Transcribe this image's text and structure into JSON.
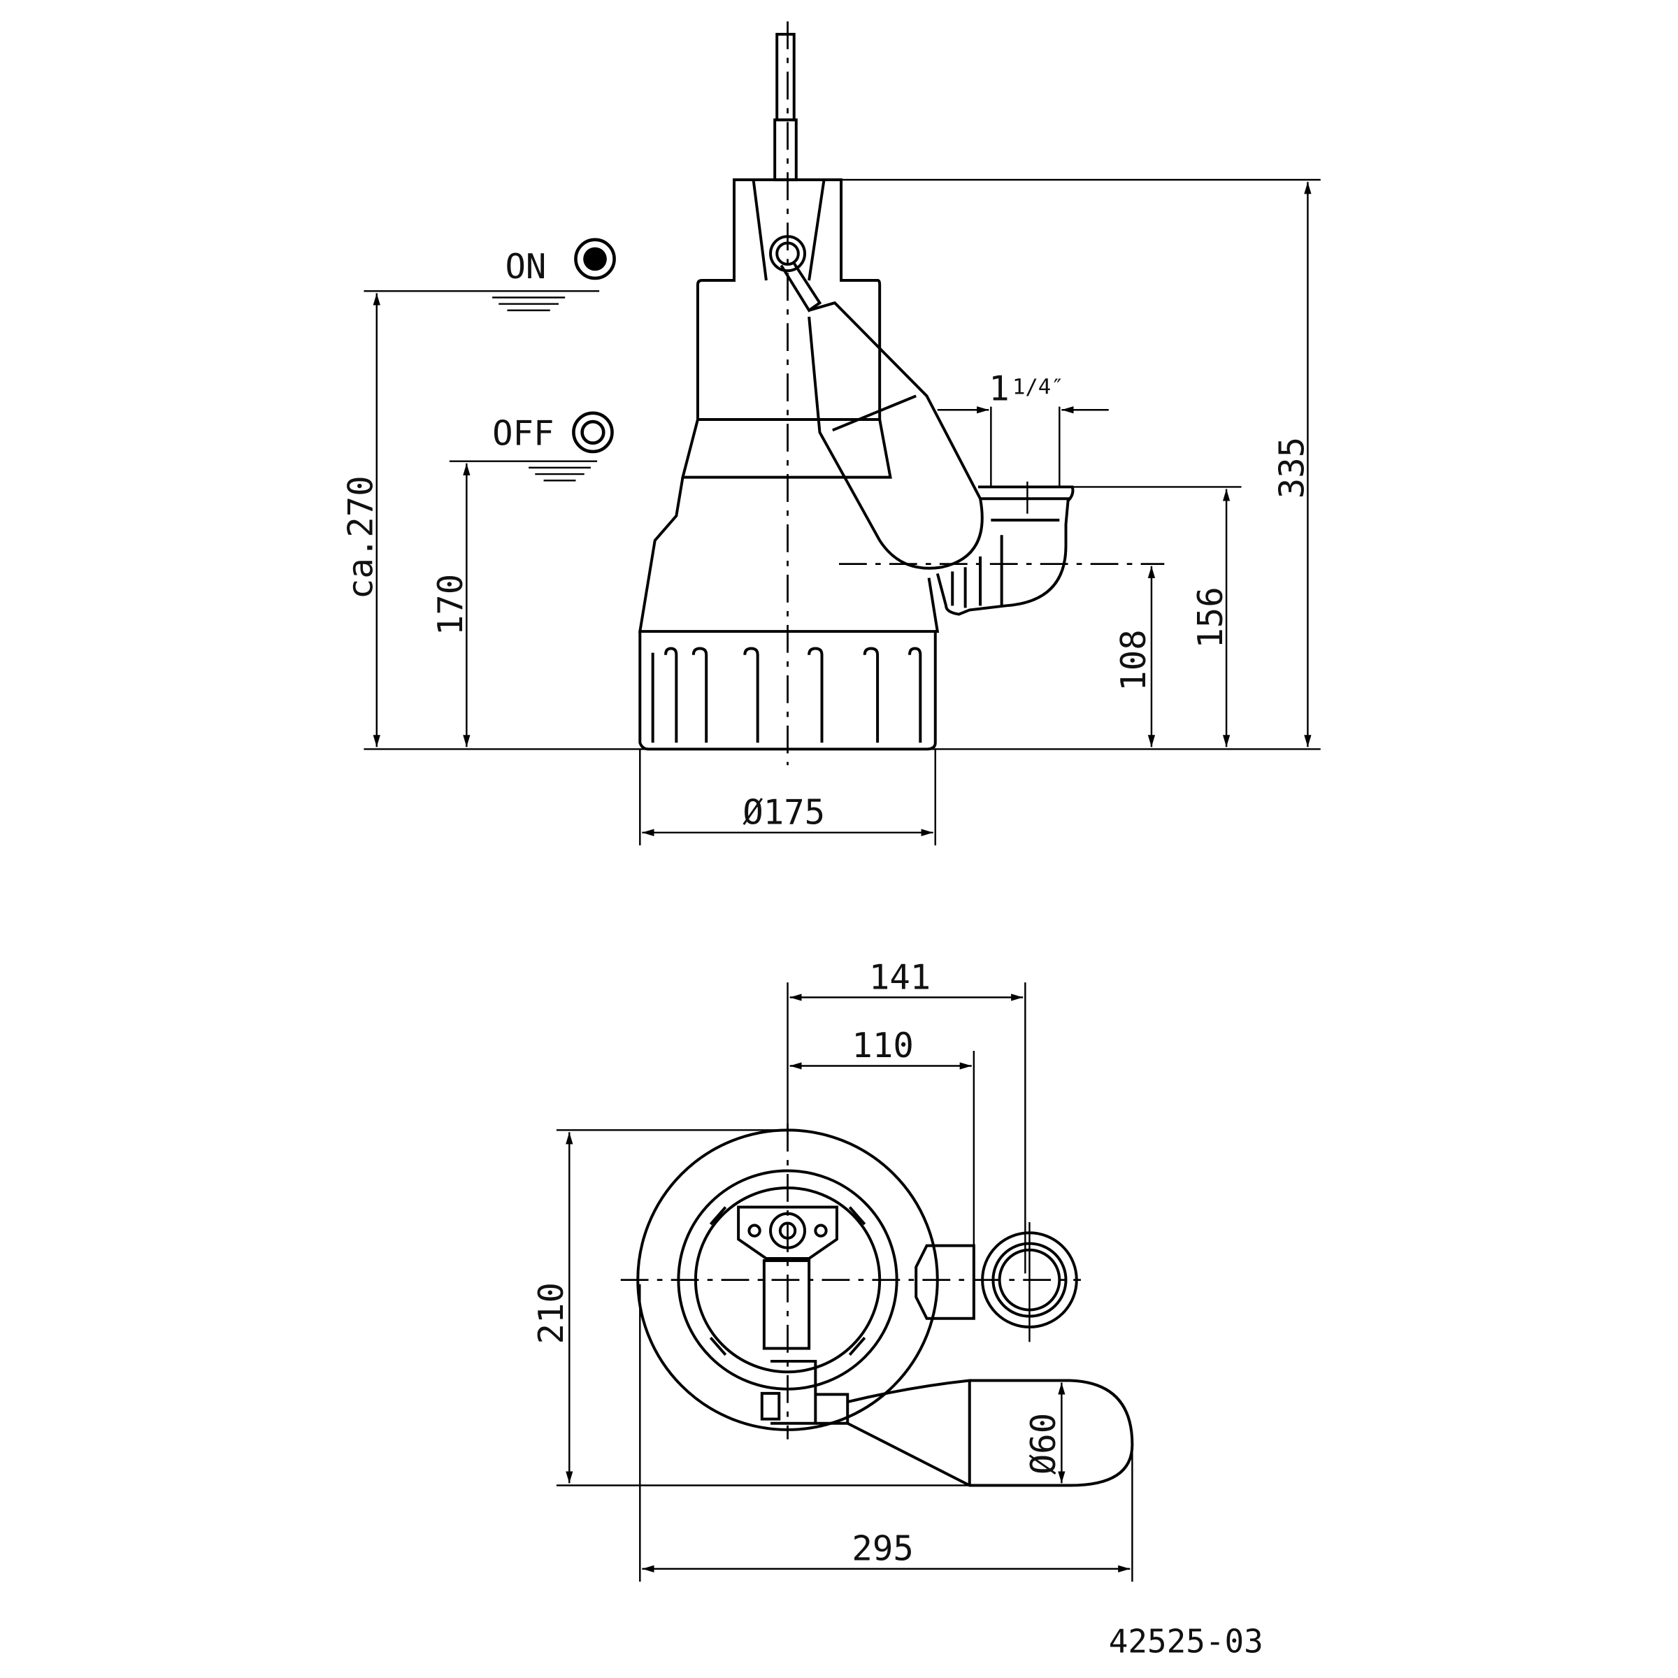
{
  "drawing": {
    "title": "Submersible pump dimension drawing",
    "drawing_number": "42525-03",
    "units": "mm"
  },
  "side_view": {
    "switch_levels": [
      {
        "label": "ON",
        "symbol": "filled-circle"
      },
      {
        "label": "OFF",
        "symbol": "hollow-circle"
      }
    ],
    "dimensions": {
      "on_level": "ca.270",
      "off_level": "170",
      "total_height": "335",
      "outlet_height": "156",
      "outlet_center": "108",
      "diameter": "Ø175",
      "outlet_thread_main": "1",
      "outlet_thread_frac": "1/4″"
    }
  },
  "top_view": {
    "dimensions": {
      "outlet_center_offset": "141",
      "outlet_face_offset": "110",
      "depth": "210",
      "overall_width": "295",
      "float_diameter": "Ø60"
    }
  }
}
